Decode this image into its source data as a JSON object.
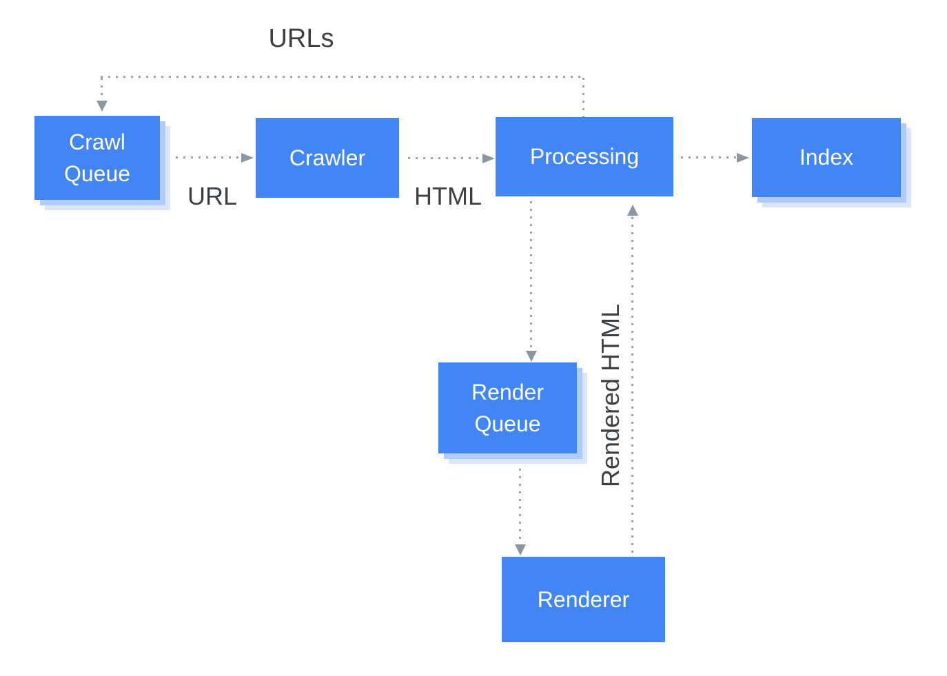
{
  "diagram": {
    "background_color": "#FFFFFF",
    "colors": {
      "box_fill": "#4285F4",
      "box_text": "#FFFFFF",
      "shadow_mid": "#AFCBF8",
      "shadow_light": "#DAE5FC",
      "line": "#98A1A8",
      "arrowhead": "#8A97A1",
      "label_text": "#3C4043",
      "bg": "#FFFFFF"
    },
    "nodes": [
      {
        "id": "crawl-queue",
        "label": "Crawl Queue",
        "stacked": true
      },
      {
        "id": "crawler",
        "label": "Crawler",
        "stacked": false
      },
      {
        "id": "processing",
        "label": "Processing",
        "stacked": false
      },
      {
        "id": "index",
        "label": "Index",
        "stacked": true
      },
      {
        "id": "render-queue",
        "label": "Render Queue",
        "stacked": true
      },
      {
        "id": "renderer",
        "label": "Renderer",
        "stacked": false
      }
    ],
    "labels": {
      "urls": "URLs",
      "url": "URL",
      "html": "HTML",
      "rendered_html": "Rendered HTML"
    },
    "edges": [
      {
        "from": "Processing",
        "to": "Crawl Queue",
        "label": "URLs",
        "style": "dotted"
      },
      {
        "from": "Crawl Queue",
        "to": "Crawler",
        "label": "URL",
        "style": "dotted"
      },
      {
        "from": "Crawler",
        "to": "Processing",
        "label": "HTML",
        "style": "dotted"
      },
      {
        "from": "Processing",
        "to": "Index",
        "label": "",
        "style": "dotted"
      },
      {
        "from": "Processing",
        "to": "Render Queue",
        "label": "",
        "style": "dotted"
      },
      {
        "from": "Render Queue",
        "to": "Renderer",
        "label": "",
        "style": "dotted"
      },
      {
        "from": "Renderer",
        "to": "Processing",
        "label": "Rendered HTML",
        "style": "dotted"
      }
    ]
  }
}
